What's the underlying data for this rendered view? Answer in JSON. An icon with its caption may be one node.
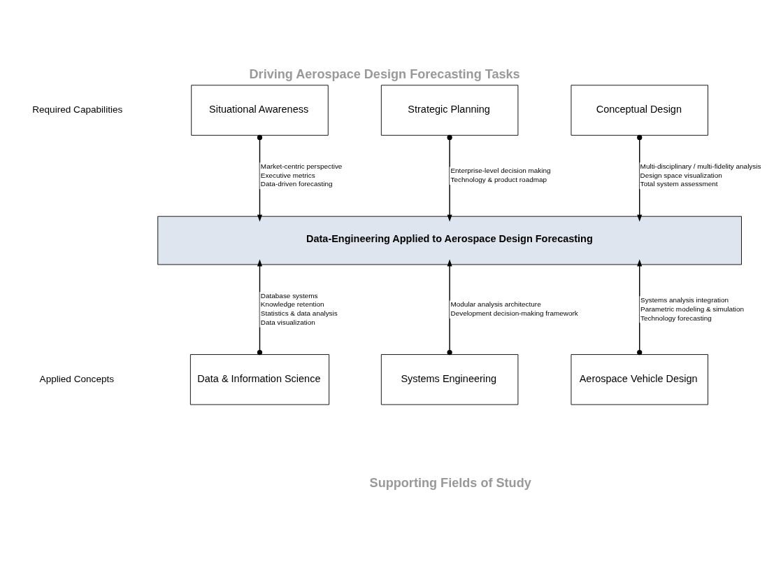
{
  "diagram": {
    "title": "Driving Aerospace Design Forecasting Tasks",
    "caption": "Supporting Fields of Study",
    "nodes": [
      {
        "text": [
          "Situational Awareness"
        ]
      },
      {
        "text": [
          "Strategic Planning"
        ]
      },
      {
        "text": [
          "Conceptual Design"
        ]
      },
      {
        "text": [
          "Data-Engineering Applied to Aerospace Design Forecasting"
        ]
      },
      {
        "text": [
          "Data & Information Science"
        ]
      },
      {
        "text": [
          "Systems Engineering"
        ]
      },
      {
        "text": [
          "Aerospace Vehicle Design"
        ]
      }
    ],
    "edges": [
      {
        "from": 0,
        "to": 3,
        "arrow": "to",
        "label": [
          "Market-centric perspective",
          "Executive metrics",
          "Data-driven forecasting"
        ]
      },
      {
        "from": 1,
        "to": 3,
        "arrow": "to",
        "label": [
          "Enterprise-level decision making",
          "Technology & product roadmap"
        ]
      },
      {
        "from": 2,
        "to": 3,
        "arrow": "to",
        "label": [
          "Multi-disciplinary / multi-fidelity analysis",
          "Design space visualization",
          "Total system assessment"
        ]
      },
      {
        "from": 4,
        "to": 3,
        "arrow": "to",
        "label": [
          "Database systems",
          "Knowledge retention",
          "Statistics & data analysis",
          "Data visualization"
        ]
      },
      {
        "from": 5,
        "to": 3,
        "arrow": "to",
        "label": [
          "Modular analysis architecture",
          "Development decision-making framework"
        ]
      },
      {
        "from": 6,
        "to": 3,
        "arrow": "to",
        "label": [
          "Systems analysis integration",
          "Parametric modeling & simulation",
          "Technology forecasting"
        ]
      }
    ],
    "labels": [
      "Required Capabilities",
      "Applied Concepts"
    ]
  }
}
